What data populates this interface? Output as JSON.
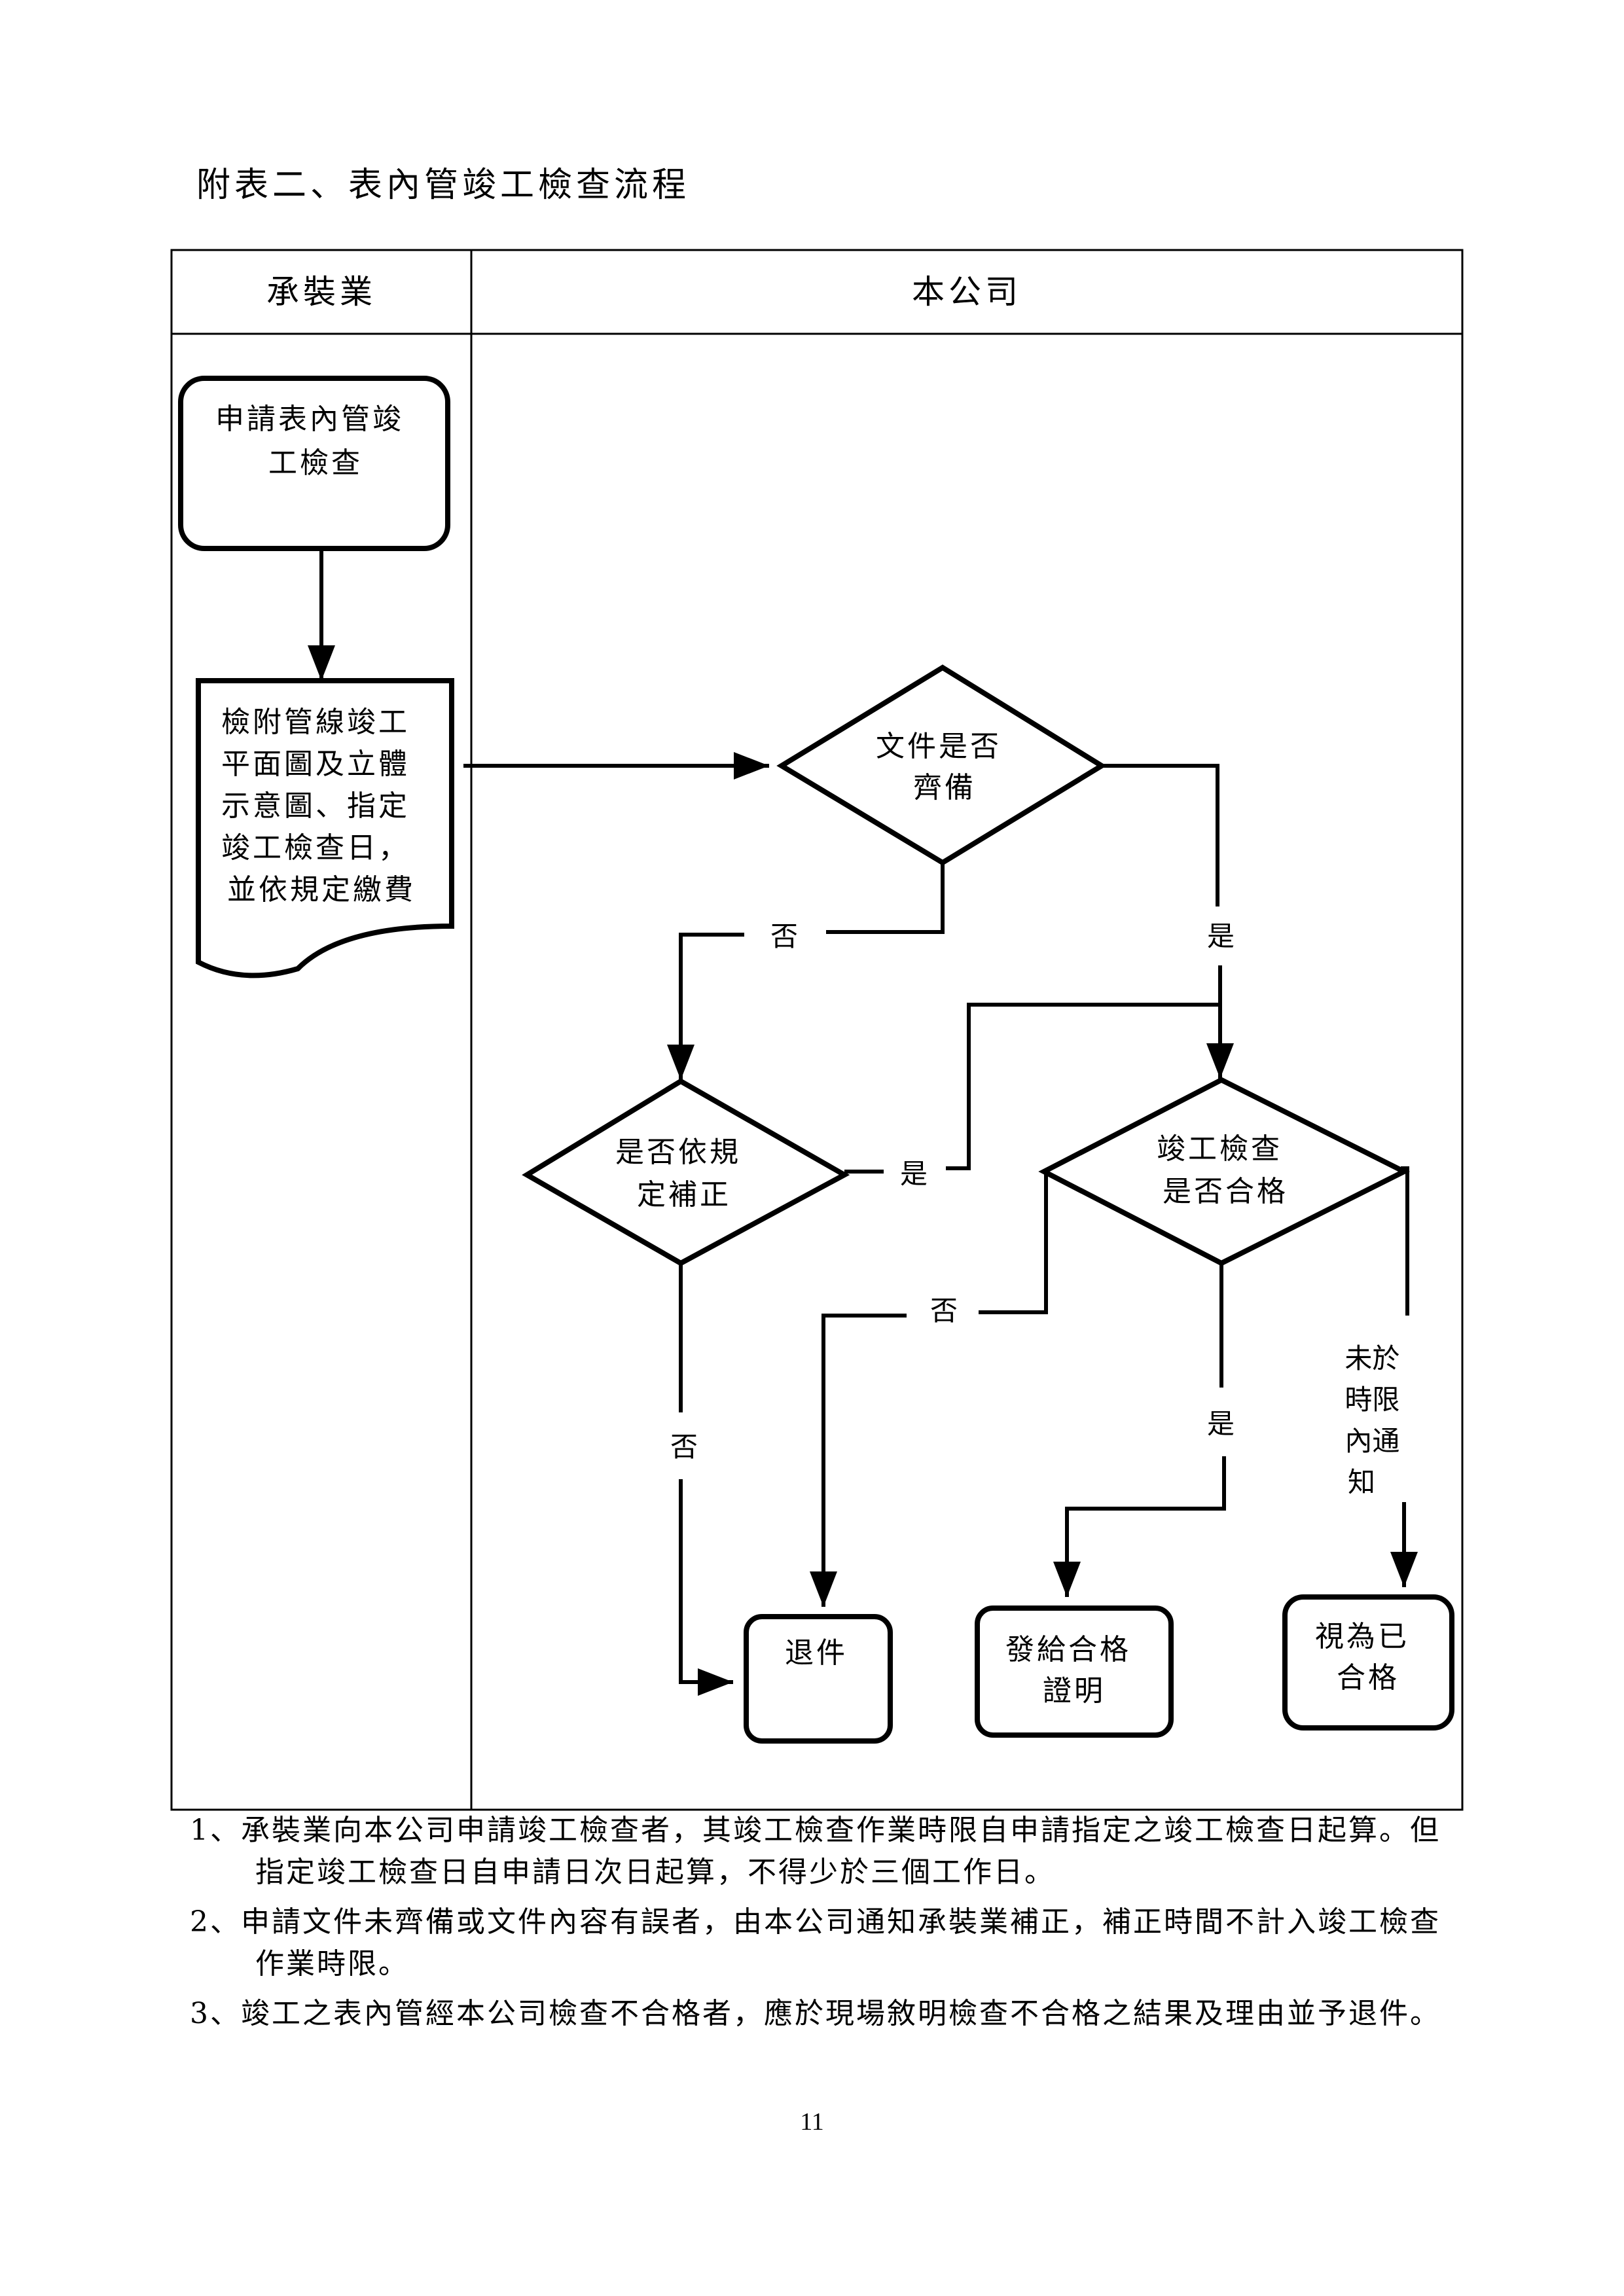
{
  "title": "附表二、表內管竣工檢查流程",
  "lanes": [
    "承裝業",
    "本公司"
  ],
  "nodes": {
    "apply": [
      "申請表內管竣",
      "工檢查"
    ],
    "submit_docs": [
      "檢附管線竣工",
      "平面圖及立體",
      "示意圖、指定",
      "竣工檢查日，",
      "並依規定繳費"
    ],
    "docs_complete": [
      "文件是否",
      "齊備"
    ],
    "corrected": [
      "是否依規",
      "定補正"
    ],
    "inspection_pass": [
      "竣工檢查",
      "是否合格"
    ],
    "return_case": [
      "退件"
    ],
    "issue_cert": [
      "發給合格",
      "證明"
    ],
    "deemed_pass": [
      "視為已",
      "合格"
    ]
  },
  "edge_labels": {
    "docs_no": "否",
    "docs_yes": "是",
    "corrected_yes": "是",
    "corrected_no": "否",
    "inspection_no": "否",
    "inspection_yes": "是",
    "not_notified": [
      "未於",
      "時限",
      "內通",
      "知"
    ]
  },
  "notes": [
    "1、承裝業向本公司申請竣工檢查者，其竣工檢查作業時限自申請指定之竣工檢查日起算。但指定竣工檢查日自申請日次日起算，不得少於三個工作日。",
    "2、申請文件未齊備或文件內容有誤者，由本公司通知承裝業補正，補正時間不計入竣工檢查作業時限。",
    "3、竣工之表內管經本公司檢查不合格者，應於現場敘明檢查不合格之結果及理由並予退件。"
  ],
  "page_number": "11"
}
